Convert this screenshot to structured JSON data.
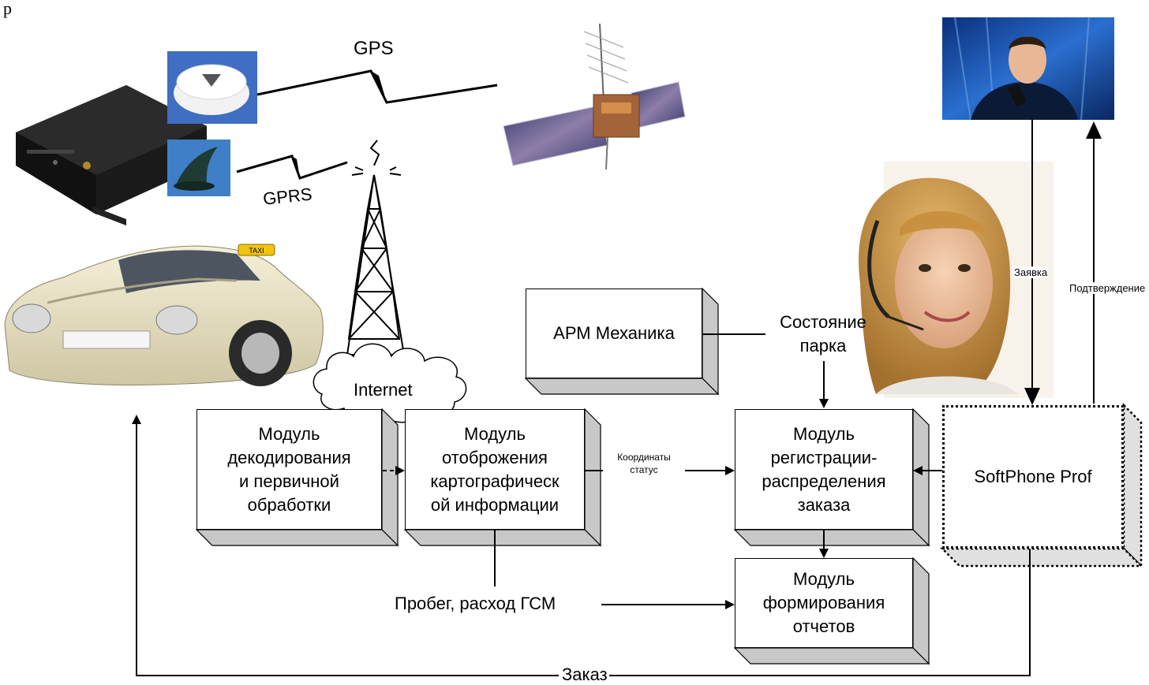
{
  "title": "р",
  "links": {
    "gps": "GPS",
    "gprs": "GPRS",
    "internet": "Internet"
  },
  "modules": {
    "mechanic": "АРМ Механика",
    "decoding": [
      "Модуль",
      "декодирования",
      "и первичной",
      "обработки"
    ],
    "display": [
      "Модуль",
      "отоброжения",
      "картографическ",
      "ой информации"
    ],
    "registration": [
      "Модуль",
      "регистрации-",
      "распределения",
      "заказа"
    ],
    "reports": [
      "Модуль",
      "формирования",
      "отчетов"
    ],
    "softphone": "SoftPhone Prof"
  },
  "flows": {
    "park_state": [
      "Состояние",
      "парка"
    ],
    "coordinates": [
      "Координаты",
      "статус"
    ],
    "mileage": "Пробег, расход ГСМ",
    "order": "Заказ",
    "request": "Заявка",
    "confirmation": "Подтверждение"
  },
  "colors": {
    "ink": "#000000",
    "box_shadow": "#c8c8c8",
    "taxi_body": "#e8e2c6",
    "satellite_panel": "#5b5e8c",
    "photo_bg": "#1d4fa5"
  }
}
